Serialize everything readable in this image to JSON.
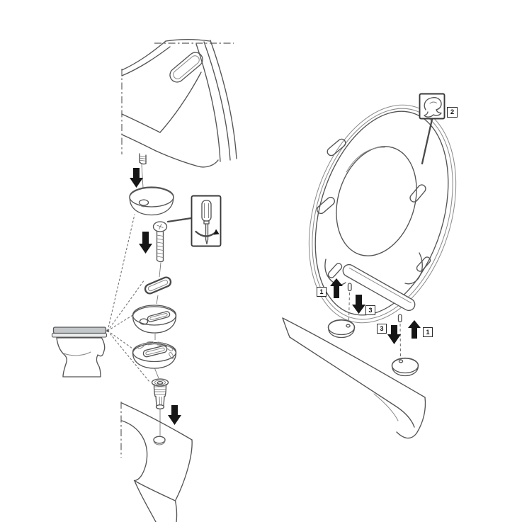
{
  "figure": {
    "background": "#ffffff",
    "line_color": "#555555",
    "arrow_color": "#161616",
    "label_border_color": "#2b2b2b",
    "step_labels": [
      {
        "id": "left-up",
        "text": "1"
      },
      {
        "id": "left-down",
        "text": "3"
      },
      {
        "id": "right-down",
        "text": "3"
      },
      {
        "id": "right-up",
        "text": "1"
      },
      {
        "id": "logo-step",
        "text": "2"
      }
    ],
    "icons": [
      "down-arrow-icon",
      "up-arrow-icon",
      "screwdriver-turn-icon",
      "dolphin-logo-icon",
      "toilet-side-icon"
    ]
  }
}
